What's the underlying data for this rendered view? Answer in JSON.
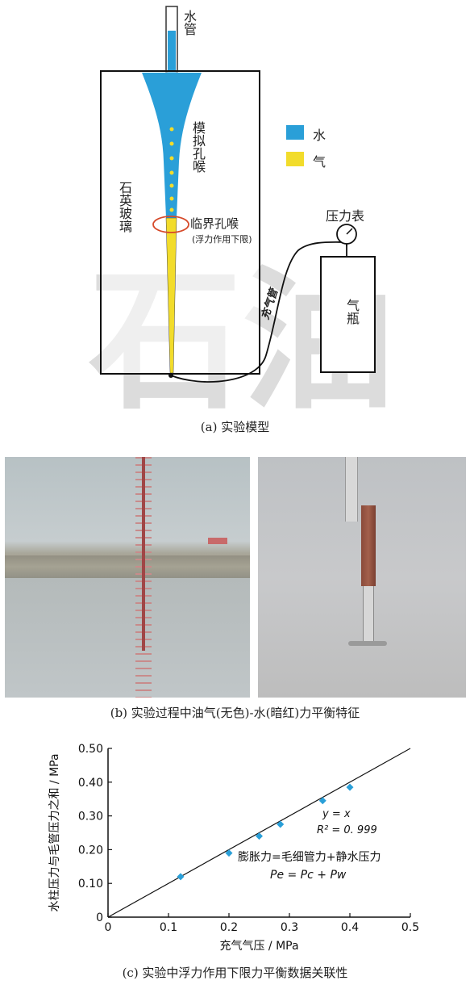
{
  "panel_a": {
    "watermark": "石油",
    "labels": {
      "water_pipe": "水管",
      "throat": "模拟孔喉",
      "quartz_glass": "石英玻璃",
      "critical_throat": "临界孔喉",
      "critical_note": "(浮力作用下限)",
      "legend_water": "水",
      "legend_gas": "气",
      "pressure_gauge": "压力表",
      "gas_cylinder": "气瓶",
      "inflation_tube": "充气管"
    },
    "colors": {
      "water": "#2a9fd8",
      "gas": "#f2dc2b",
      "highlight": "#d64a2a"
    },
    "caption": "(a) 实验模型"
  },
  "panel_b": {
    "caption": "(b) 实验过程中油气(无色)-水(暗红)力平衡特征"
  },
  "panel_c": {
    "caption": "(c) 实验中浮力作用下限力平衡数据关联性",
    "annotations": {
      "fit": "y = x",
      "r2": "R² = 0. 999",
      "relation": "膨胀力=毛细管力+静水压力",
      "formula": "Pe = Pc + Pw"
    }
  },
  "chart_data": {
    "type": "scatter",
    "xlabel": "充气气压 / MPa",
    "ylabel": "水柱压力与毛管压力之和 / MPa",
    "xlim": [
      0,
      0.5
    ],
    "ylim": [
      0,
      0.5
    ],
    "x_ticks": [
      "0",
      "0.1",
      "0.2",
      "0.3",
      "0.4",
      "0.5"
    ],
    "y_ticks": [
      "0",
      "0.10",
      "0.20",
      "0.30",
      "0.40",
      "0.50"
    ],
    "points": [
      {
        "x": 0.12,
        "y": 0.12
      },
      {
        "x": 0.2,
        "y": 0.19
      },
      {
        "x": 0.25,
        "y": 0.24
      },
      {
        "x": 0.285,
        "y": 0.275
      },
      {
        "x": 0.355,
        "y": 0.345
      },
      {
        "x": 0.4,
        "y": 0.385
      }
    ],
    "fit_line": {
      "from": [
        0,
        0
      ],
      "to": [
        0.5,
        0.5
      ]
    },
    "marker_color": "#2a9fd8",
    "grid": false
  }
}
